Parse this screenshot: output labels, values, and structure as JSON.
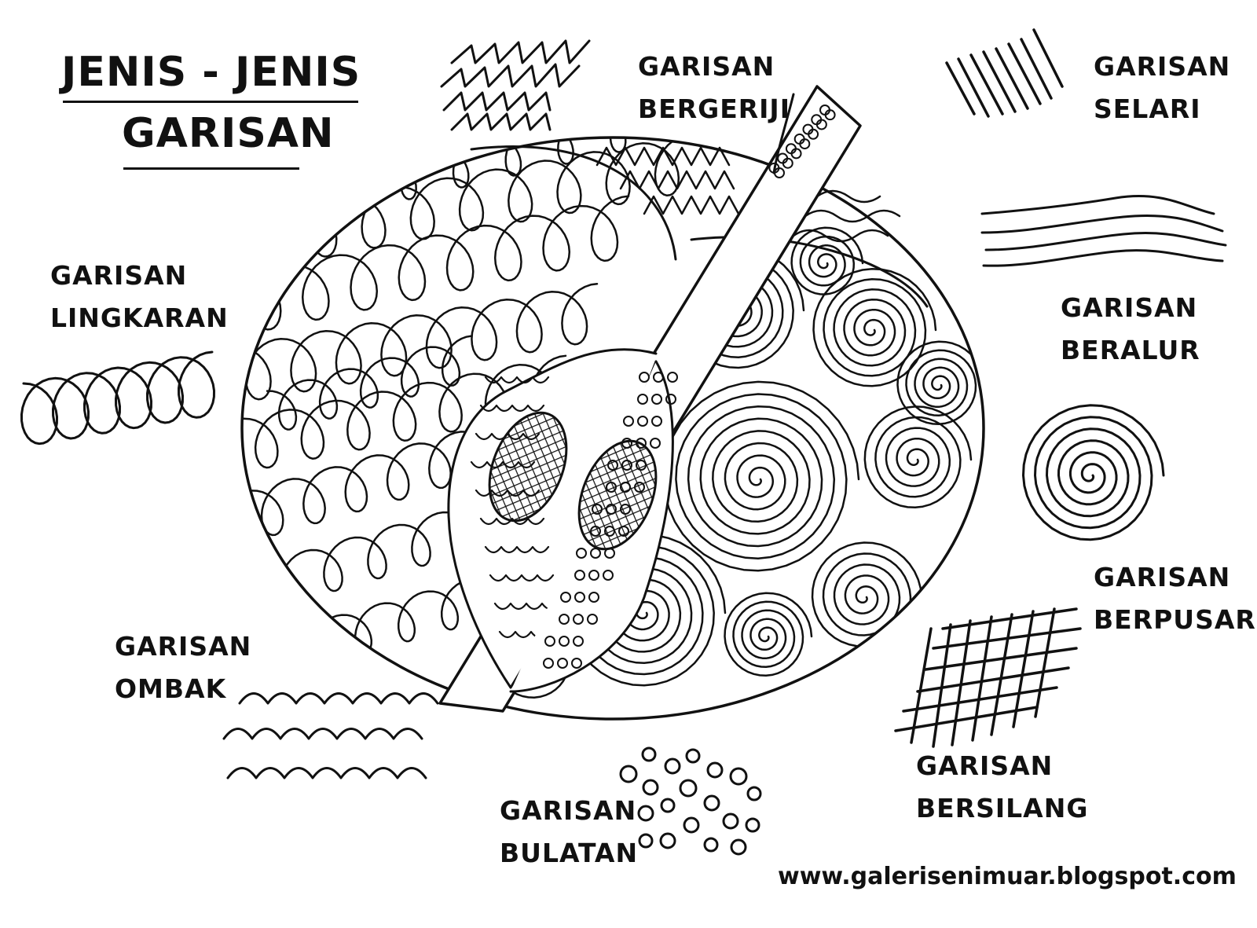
{
  "title": {
    "line1": "JENIS - JENIS",
    "line2": "GARISAN"
  },
  "labels": {
    "bergeriji": {
      "line1": "GARISAN",
      "line2": "BERGERIJI"
    },
    "selari": {
      "line1": "GARISAN",
      "line2": "SELARI"
    },
    "lingkaran": {
      "line1": "GARISAN",
      "line2": "LINGKARAN"
    },
    "beralur": {
      "line1": "GARISAN",
      "line2": "BERALUR"
    },
    "berpusar": {
      "line1": "GARISAN",
      "line2": "BERPUSAR"
    },
    "ombak": {
      "line1": "GARISAN",
      "line2": "OMBAK"
    },
    "bersilang": {
      "line1": "GARISAN",
      "line2": "BERSILANG"
    },
    "bulatan": {
      "line1": "GARISAN",
      "line2": "BULATAN"
    }
  },
  "website": "www.galerisenimuar.blogspot.com",
  "colors": {
    "ink": "#111111",
    "paper": "#ffffff"
  }
}
